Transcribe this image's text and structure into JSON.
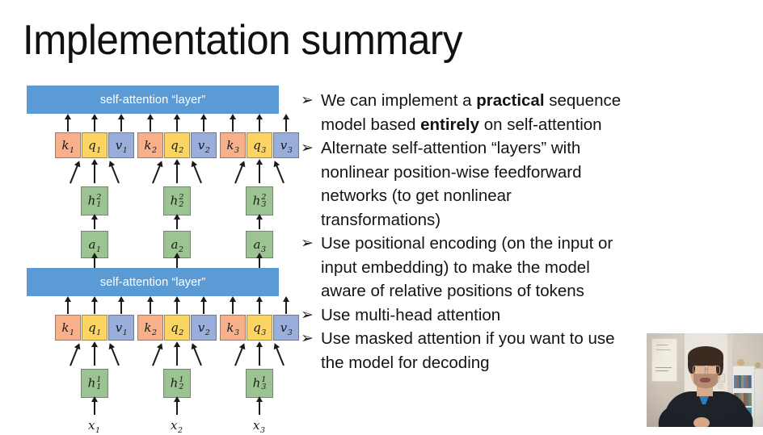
{
  "slide": {
    "title": "Implementation summary"
  },
  "diagram": {
    "banner_top_label": "self-attention “layer”",
    "banner_bottom_label": "self-attention “layer”",
    "colors": {
      "banner": "#5B9BD5",
      "k_box": "#F8B08A",
      "q_box": "#FBD463",
      "v_box": "#9AAEDC",
      "green_box": "#9CC493",
      "arrow": "#1a1a1a"
    },
    "upper_kqv": [
      {
        "k": "k",
        "k_sub": "1",
        "q": "q",
        "q_sub": "1",
        "v": "v",
        "v_sub": "1"
      },
      {
        "k": "k",
        "k_sub": "2",
        "q": "q",
        "q_sub": "2",
        "v": "v",
        "v_sub": "2"
      },
      {
        "k": "k",
        "k_sub": "3",
        "q": "q",
        "q_sub": "3",
        "v": "v",
        "v_sub": "3"
      }
    ],
    "lower_kqv": [
      {
        "k": "k",
        "k_sub": "1",
        "q": "q",
        "q_sub": "1",
        "v": "v",
        "v_sub": "1"
      },
      {
        "k": "k",
        "k_sub": "2",
        "q": "q",
        "q_sub": "2",
        "v": "v",
        "v_sub": "2"
      },
      {
        "k": "k",
        "k_sub": "3",
        "q": "q",
        "q_sub": "3",
        "v": "v",
        "v_sub": "3"
      }
    ],
    "h2_nodes": [
      {
        "base": "h",
        "sup": "2",
        "sub": "1"
      },
      {
        "base": "h",
        "sup": "2",
        "sub": "2"
      },
      {
        "base": "h",
        "sup": "2",
        "sub": "3"
      }
    ],
    "a_nodes": [
      {
        "base": "a",
        "sub": "1"
      },
      {
        "base": "a",
        "sub": "2"
      },
      {
        "base": "a",
        "sub": "3"
      }
    ],
    "h1_nodes": [
      {
        "base": "h",
        "sup": "1",
        "sub": "1"
      },
      {
        "base": "h",
        "sup": "1",
        "sub": "2"
      },
      {
        "base": "h",
        "sup": "1",
        "sub": "3"
      }
    ],
    "x_inputs": [
      {
        "base": "x",
        "sub": "1"
      },
      {
        "base": "x",
        "sub": "2"
      },
      {
        "base": "x",
        "sub": "3"
      }
    ]
  },
  "bullets": {
    "marker": "➢",
    "items": [
      {
        "segments": [
          {
            "text": "We can implement a ",
            "bold": false
          },
          {
            "text": "practical",
            "bold": true
          },
          {
            "text": " sequence model based ",
            "bold": false
          },
          {
            "text": "entirely",
            "bold": true
          },
          {
            "text": " on self-attention",
            "bold": false
          }
        ]
      },
      {
        "segments": [
          {
            "text": "Alternate self-attention “layers” with nonlinear position-wise feedforward networks (to get nonlinear transformations)",
            "bold": false
          }
        ]
      },
      {
        "segments": [
          {
            "text": "Use positional encoding (on the input or input embedding) to make the model aware of relative positions of tokens",
            "bold": false
          }
        ]
      },
      {
        "segments": [
          {
            "text": "Use multi-head attention",
            "bold": false
          }
        ]
      },
      {
        "segments": [
          {
            "text": "Use masked attention if you want to use the model for decoding",
            "bold": false
          }
        ]
      }
    ]
  },
  "webcam": {
    "description": "presenter-video-thumbnail"
  }
}
